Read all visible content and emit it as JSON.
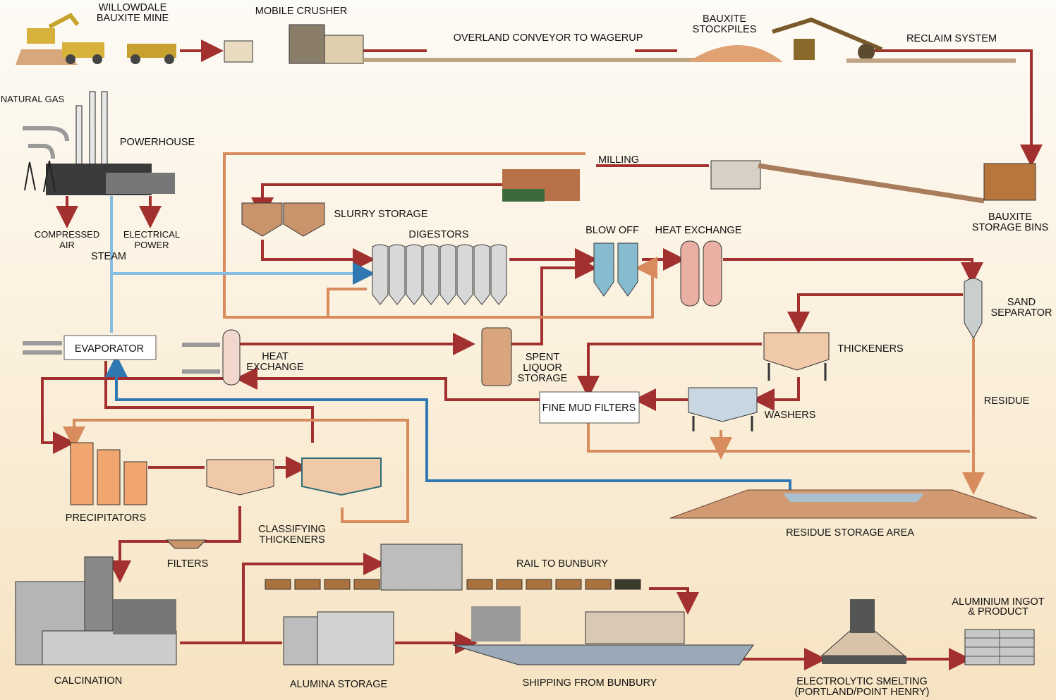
{
  "labels": {
    "mine": [
      "WILLOWDALE",
      "BAUXITE MINE"
    ],
    "crusher": "MOBILE CRUSHER",
    "conveyor": "OVERLAND CONVEYOR TO WAGERUP",
    "stockpiles": [
      "BAUXITE",
      "STOCKPILES"
    ],
    "reclaim": "RECLAIM SYSTEM",
    "natural_gas": "NATURAL GAS",
    "powerhouse": "POWERHOUSE",
    "compressed_air": [
      "COMPRESSED",
      "AIR"
    ],
    "electrical_power": [
      "ELECTRICAL",
      "POWER"
    ],
    "steam": "STEAM",
    "milling": "MILLING",
    "slurry_storage": "SLURRY STORAGE",
    "digestors": "DIGESTORS",
    "blow_off": "BLOW OFF",
    "heat_exchange_top": "HEAT EXCHANGE",
    "storage_bins": [
      "BAUXITE",
      "STORAGE BINS"
    ],
    "sand_separator": [
      "SAND",
      "SEPARATOR"
    ],
    "thickeners": "THICKENERS",
    "evaporator": "EVAPORATOR",
    "heat_exchange_mid": [
      "HEAT",
      "EXCHANGE"
    ],
    "spent_liquor": [
      "SPENT",
      "LIQUOR",
      "STORAGE"
    ],
    "fine_mud_filters": "FINE MUD FILTERS",
    "washers": "WASHERS",
    "residue": "RESIDUE",
    "precipitators": "PRECIPITATORS",
    "classifying": [
      "CLASSIFYING",
      "THICKENERS"
    ],
    "filters": "FILTERS",
    "rail": "RAIL TO BUNBURY",
    "residue_storage": "RESIDUE STORAGE AREA",
    "ingot": [
      "ALUMINIUM INGOT",
      "& PRODUCT"
    ],
    "calcination": "CALCINATION",
    "alumina_storage": "ALUMINA STORAGE",
    "shipping": "SHIPPING FROM BUNBURY",
    "smelting": [
      "ELECTROLYTIC SMELTING",
      "(PORTLAND/POINT HENRY)"
    ]
  },
  "colors": {
    "process_liquor": "#a2302f",
    "residue_flow": "#d88b5c",
    "return_water": "#2f78b2",
    "steam": "#86bde0",
    "background": "#fbf1df"
  }
}
